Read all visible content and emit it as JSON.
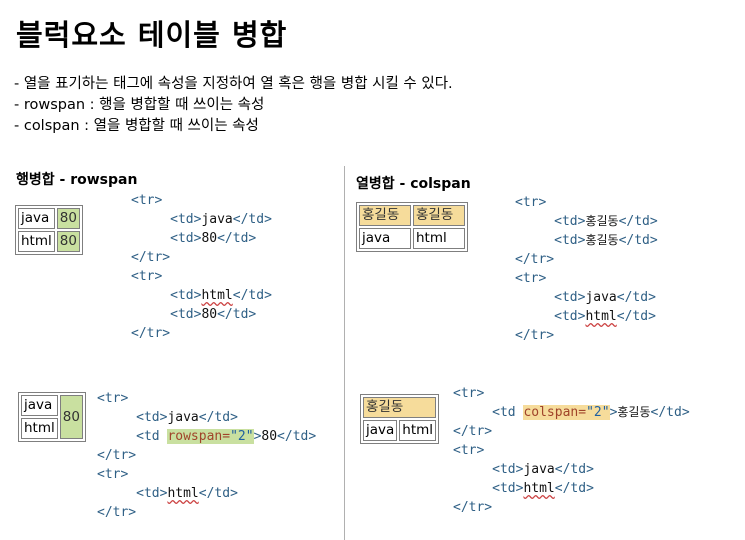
{
  "title": "블럭요소 테이블 병합",
  "bullets": [
    "- 열을 표기하는 태그에 속성을 지정하여 열 혹은 행을 병합 시킬 수 있다.",
    "- rowspan : 행을 병합할 때 쓰이는 속성",
    "- colspan : 열을 병합할 때 쓰이는 속성"
  ],
  "rowspan_section": {
    "heading": "행병합 - rowspan",
    "before_table": {
      "r1c1": "java",
      "r1c2": "80",
      "r2c1": "html",
      "r2c2": "80"
    },
    "after_table": {
      "r1c1": "java",
      "merged": "80",
      "r2c1": "html"
    },
    "before_code": {
      "tr_open": "<tr>",
      "tr_close": "</tr>",
      "td_open": "<td>",
      "td_close": "</td>",
      "v1": "java",
      "v2": "80",
      "v3": "html",
      "v4": "80"
    },
    "after_code": {
      "tr_open": "<tr>",
      "tr_close": "</tr>",
      "td_open": "<td>",
      "td_close": "</td>",
      "td_start": "<td ",
      "attr_name": "rowspan=",
      "attr_value": "\"2\"",
      "gt": ">",
      "v1": "java",
      "v2": "80",
      "v3": "html"
    }
  },
  "colspan_section": {
    "heading": "열병합 - colspan",
    "before_table": {
      "r1c1": "홍길동",
      "r1c2": "홍길동",
      "r2c1": "java",
      "r2c2": "html"
    },
    "after_table": {
      "merged": "홍길동",
      "r2c1": "java",
      "r2c2": "html"
    },
    "before_code": {
      "tr_open": "<tr>",
      "tr_close": "</tr>",
      "td_open": "<td>",
      "td_close": "</td>",
      "v1": "홍길동",
      "v2": "홍길동",
      "v3": "java",
      "v4": "html"
    },
    "after_code": {
      "tr_open": "<tr>",
      "tr_close": "</tr>",
      "td_open": "<td>",
      "td_close": "</td>",
      "td_start": "<td ",
      "attr_name": "colspan=",
      "attr_value": "\"2\"",
      "gt": ">",
      "v1": "홍길동",
      "v2": "java",
      "v3": "html"
    }
  },
  "colors": {
    "rowspan_highlight": "#c9e0a0",
    "colspan_highlight": "#f6dc9b",
    "tag_color": "#2e5f85"
  }
}
